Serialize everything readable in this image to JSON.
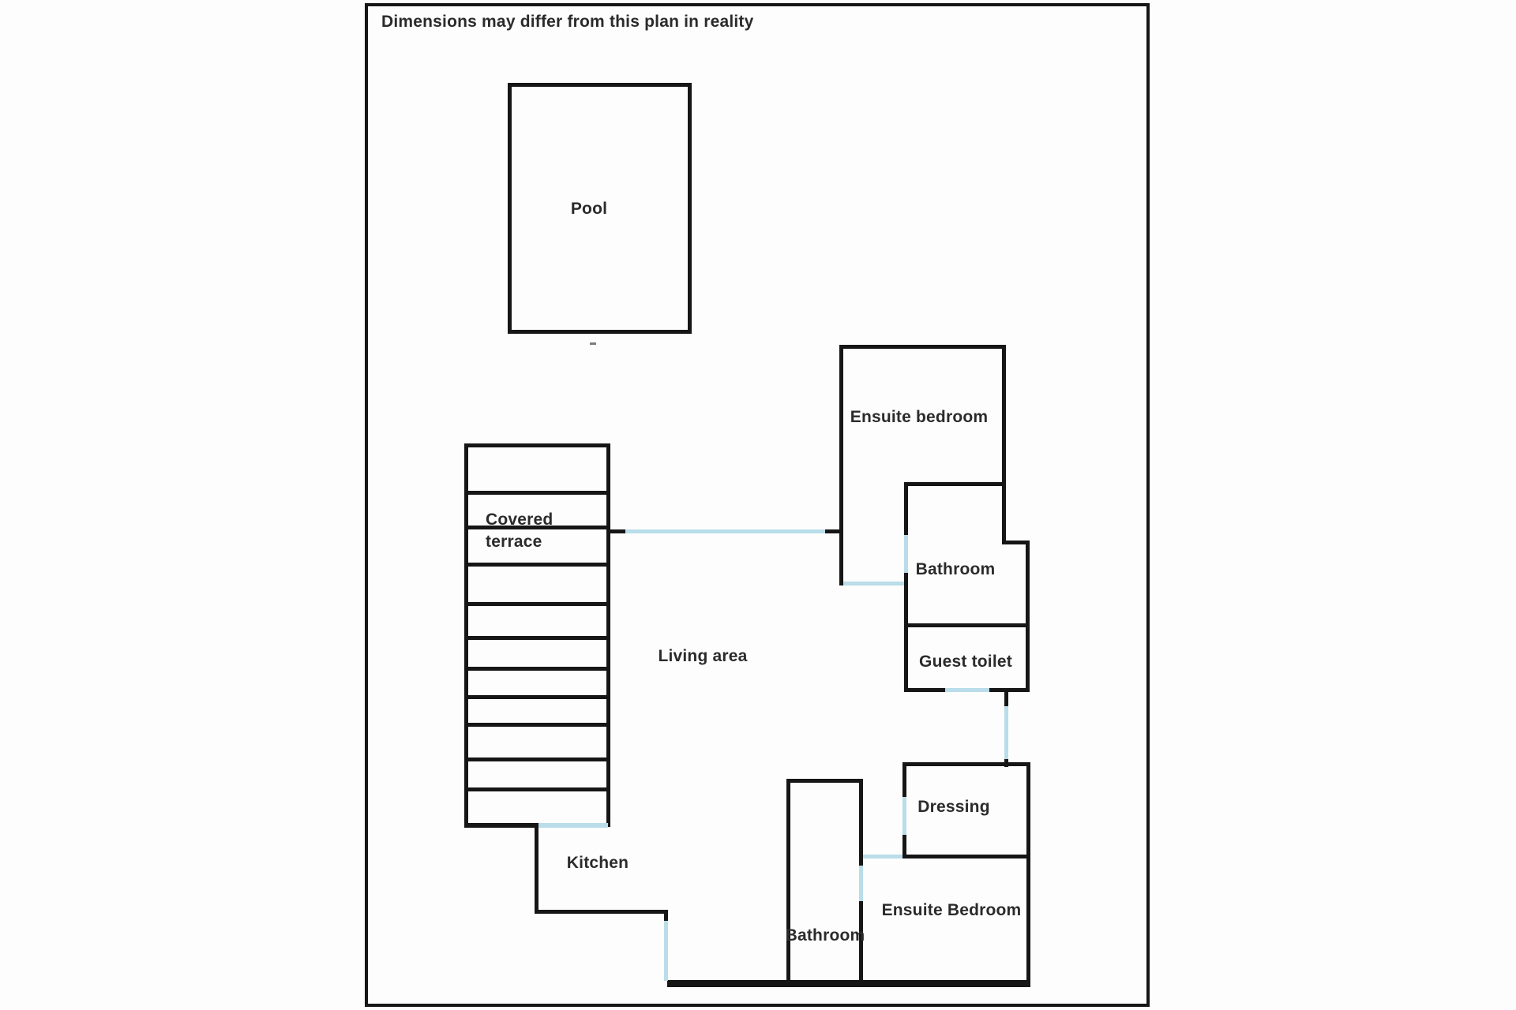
{
  "disclaimer": "Dimensions may differ from this plan in reality",
  "colors": {
    "wall": "#161616",
    "opening": "#b9dde9",
    "text": "#2b2b2b"
  },
  "rooms": {
    "pool": "Pool",
    "ensuite_bedroom_top": "Ensuite bedroom",
    "bathroom_top": "Bathroom",
    "guest_toilet": "Guest toilet",
    "covered_terrace_line1": "Covered",
    "covered_terrace_line2": "terrace",
    "living_area": "Living area",
    "dressing": "Dressing",
    "kitchen": "Kitchen",
    "bathroom_bottom": "Bathroom",
    "ensuite_bedroom_bottom": "Ensuite Bedroom"
  }
}
